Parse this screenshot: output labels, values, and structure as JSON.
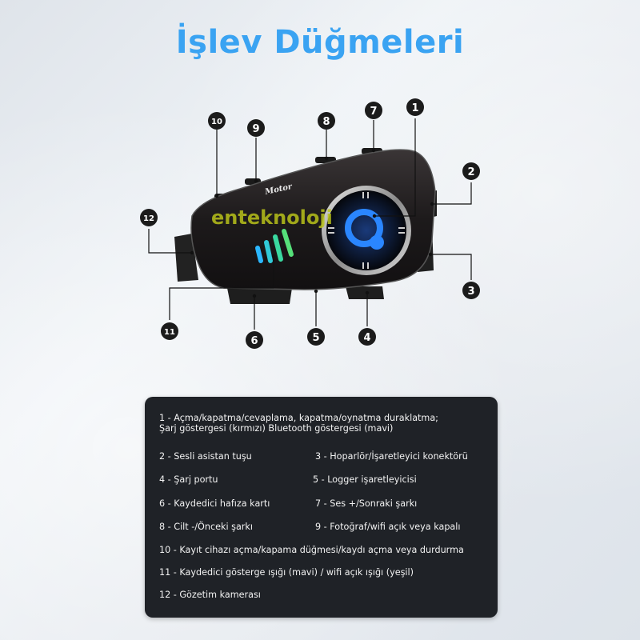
{
  "title": "İşlev Düğmeleri",
  "watermark": "enteknoloji",
  "device": {
    "brand_label": "Motor"
  },
  "colors": {
    "title": "#3aa3f2",
    "panel_bg": "#1f2227",
    "panel_text": "#f2f2f2",
    "watermark": "#b9c21a"
  },
  "callouts": [
    "1",
    "2",
    "3",
    "4",
    "5",
    "6",
    "7",
    "8",
    "9",
    "10",
    "11",
    "12"
  ],
  "legend": {
    "item1_line1": "1 - Açma/kapatma/cevaplama, kapatma/oynatma duraklatma;",
    "item1_line2": "Şarj göstergesi (kırmızı) Bluetooth göstergesi (mavi)",
    "item2": "2 - Sesli asistan tuşu",
    "item3": "3 - Hoparlör/İşaretleyici konektörü",
    "item4": "4 - Şarj portu",
    "item5": "5 - Logger işaretleyicisi",
    "item6": "6 - Kaydedici hafıza kartı",
    "item7": "7 - Ses +/Sonraki şarkı",
    "item8": "8 - Cilt -/Önceki şarkı",
    "item9": "9 - Fotoğraf/wifi açık veya kapalı",
    "item10": "10 - Kayıt cihazı açma/kapama düğmesi/kaydı açma veya durdurma",
    "item11": "11 - Kaydedici gösterge ışığı (mavi) / wifi açık ışığı (yeşil)",
    "item12": "12 - Gözetim kamerası"
  }
}
